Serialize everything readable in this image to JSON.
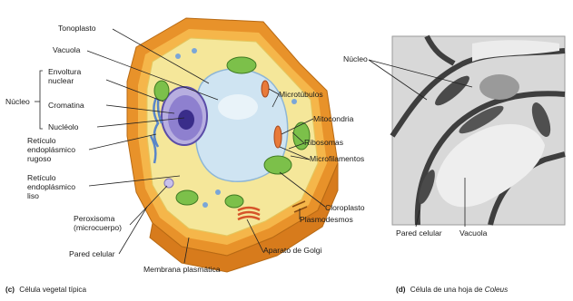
{
  "colors": {
    "cell_wall": "#f3a63a",
    "cytoplasm": "#f5e79a",
    "vacuole": "#cfe4f2",
    "nucleus": "#7c6fc0",
    "chloroplast": "#7cc04a",
    "mitochondria": "#e87a3a",
    "micrograph_bg": "#d8d8d8",
    "label_line": "#222222"
  },
  "diagram_c": {
    "labels": {
      "tonoplasto": "Tonoplasto",
      "vacuola": "Vacuola",
      "nucleo": "Núcleo",
      "envoltura_1": "Envoltura",
      "envoltura_2": "nuclear",
      "cromatina": "Cromatina",
      "nucleolo": "Nucléolo",
      "ret_rugoso_1": "Retículo",
      "ret_rugoso_2": "endoplásmico",
      "ret_rugoso_3": "rugoso",
      "ret_liso_1": "Retículo",
      "ret_liso_2": "endoplásmico",
      "ret_liso_3": "liso",
      "peroxisoma_1": "Peroxisoma",
      "peroxisoma_2": "(microcuerpo)",
      "pared_celular": "Pared celular",
      "membrana": "Membrana plasmática",
      "golgi": "Aparato de Golgi",
      "plasmodesmos": "Plasmodesmos",
      "cloroplasto": "Cloroplasto",
      "microfilamentos": "Microfilamentos",
      "ribosomas": "Ribosomas",
      "mitocondria": "Mitocondria",
      "microtubulos": "Microtúbulos"
    },
    "caption_prefix": "(c)",
    "caption_text": "Célula vegetal típica"
  },
  "diagram_d": {
    "labels": {
      "nucleo": "Núcleo",
      "pared_celular": "Pared celular",
      "vacuola": "Vacuola"
    },
    "caption_prefix": "(d)",
    "caption_text": "Célula de una hoja de ",
    "caption_italic": "Coleus"
  }
}
